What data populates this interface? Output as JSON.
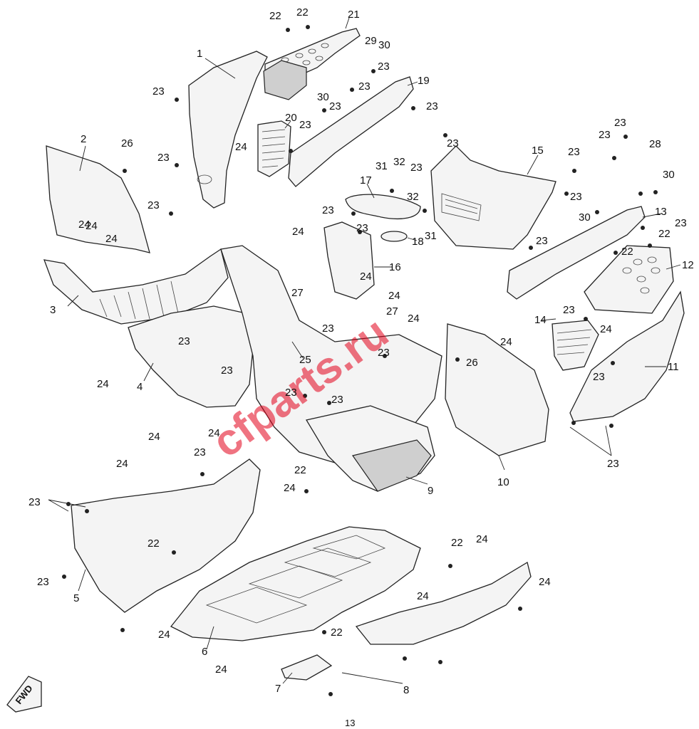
{
  "watermark": "cfparts.ru",
  "fwd_label": "FWD",
  "page_number": "13",
  "callouts": [
    {
      "id": "c1",
      "label": "1"
    },
    {
      "id": "c2",
      "label": "2"
    },
    {
      "id": "c3",
      "label": "3"
    },
    {
      "id": "c4",
      "label": "4"
    },
    {
      "id": "c5",
      "label": "5"
    },
    {
      "id": "c6",
      "label": "6"
    },
    {
      "id": "c7",
      "label": "7"
    },
    {
      "id": "c8",
      "label": "8"
    },
    {
      "id": "c9",
      "label": "9"
    },
    {
      "id": "c10",
      "label": "10"
    },
    {
      "id": "c11",
      "label": "11"
    },
    {
      "id": "c12",
      "label": "12"
    },
    {
      "id": "c13",
      "label": "13"
    },
    {
      "id": "c14",
      "label": "14"
    },
    {
      "id": "c15",
      "label": "15"
    },
    {
      "id": "c16",
      "label": "16"
    },
    {
      "id": "c17",
      "label": "17"
    },
    {
      "id": "c18",
      "label": "18"
    },
    {
      "id": "c19",
      "label": "19"
    },
    {
      "id": "c20",
      "label": "20"
    },
    {
      "id": "c21",
      "label": "21"
    },
    {
      "id": "c22a",
      "label": "22"
    },
    {
      "id": "c22b",
      "label": "22"
    },
    {
      "id": "c22c",
      "label": "22"
    },
    {
      "id": "c22d",
      "label": "22"
    },
    {
      "id": "c22e",
      "label": "22"
    },
    {
      "id": "c22f",
      "label": "22"
    },
    {
      "id": "c22g",
      "label": "22"
    },
    {
      "id": "c22h",
      "label": "22"
    },
    {
      "id": "c23a",
      "label": "23"
    },
    {
      "id": "c23b",
      "label": "23"
    },
    {
      "id": "c23c",
      "label": "23"
    },
    {
      "id": "c23d",
      "label": "23"
    },
    {
      "id": "c23e",
      "label": "23"
    },
    {
      "id": "c23f",
      "label": "23"
    },
    {
      "id": "c23g",
      "label": "23"
    },
    {
      "id": "c23h",
      "label": "23"
    },
    {
      "id": "c23i",
      "label": "23"
    },
    {
      "id": "c23j",
      "label": "23"
    },
    {
      "id": "c23k",
      "label": "23"
    },
    {
      "id": "c23l",
      "label": "23"
    },
    {
      "id": "c23m",
      "label": "23"
    },
    {
      "id": "c23n",
      "label": "23"
    },
    {
      "id": "c23o",
      "label": "23"
    },
    {
      "id": "c23p",
      "label": "23"
    },
    {
      "id": "c23q",
      "label": "23"
    },
    {
      "id": "c23r",
      "label": "23"
    },
    {
      "id": "c23s",
      "label": "23"
    },
    {
      "id": "c23t",
      "label": "23"
    },
    {
      "id": "c23u",
      "label": "23"
    },
    {
      "id": "c23v",
      "label": "23"
    },
    {
      "id": "c23w",
      "label": "23"
    },
    {
      "id": "c23x",
      "label": "23"
    },
    {
      "id": "c23y",
      "label": "23"
    },
    {
      "id": "c23z",
      "label": "23"
    },
    {
      "id": "c23aa",
      "label": "23"
    },
    {
      "id": "c23ab",
      "label": "23"
    },
    {
      "id": "c23ac",
      "label": "23"
    },
    {
      "id": "c23ad",
      "label": "23"
    },
    {
      "id": "c24a",
      "label": "24"
    },
    {
      "id": "c24b",
      "label": "24"
    },
    {
      "id": "c24c",
      "label": "24"
    },
    {
      "id": "c24d",
      "label": "24"
    },
    {
      "id": "c24e",
      "label": "24"
    },
    {
      "id": "c24f",
      "label": "24"
    },
    {
      "id": "c24g",
      "label": "24"
    },
    {
      "id": "c24h",
      "label": "24"
    },
    {
      "id": "c24i",
      "label": "24"
    },
    {
      "id": "c24j",
      "label": "24"
    },
    {
      "id": "c24k",
      "label": "24"
    },
    {
      "id": "c24l",
      "label": "24"
    },
    {
      "id": "c24m",
      "label": "24"
    },
    {
      "id": "c24n",
      "label": "24"
    },
    {
      "id": "c24o",
      "label": "24"
    },
    {
      "id": "c24p",
      "label": "24"
    },
    {
      "id": "c24q",
      "label": "24"
    },
    {
      "id": "c24r",
      "label": "24"
    },
    {
      "id": "c24s",
      "label": "24"
    },
    {
      "id": "c24t",
      "label": "24"
    },
    {
      "id": "c25",
      "label": "25"
    },
    {
      "id": "c26a",
      "label": "26"
    },
    {
      "id": "c26b",
      "label": "26"
    },
    {
      "id": "c27a",
      "label": "27"
    },
    {
      "id": "c27b",
      "label": "27"
    },
    {
      "id": "c28",
      "label": "28"
    },
    {
      "id": "c29",
      "label": "29"
    },
    {
      "id": "c30a",
      "label": "30"
    },
    {
      "id": "c30b",
      "label": "30"
    },
    {
      "id": "c30c",
      "label": "30"
    },
    {
      "id": "c30d",
      "label": "30"
    },
    {
      "id": "c31a",
      "label": "31"
    },
    {
      "id": "c31b",
      "label": "31"
    },
    {
      "id": "c32a",
      "label": "32"
    },
    {
      "id": "c32b",
      "label": "32"
    }
  ]
}
